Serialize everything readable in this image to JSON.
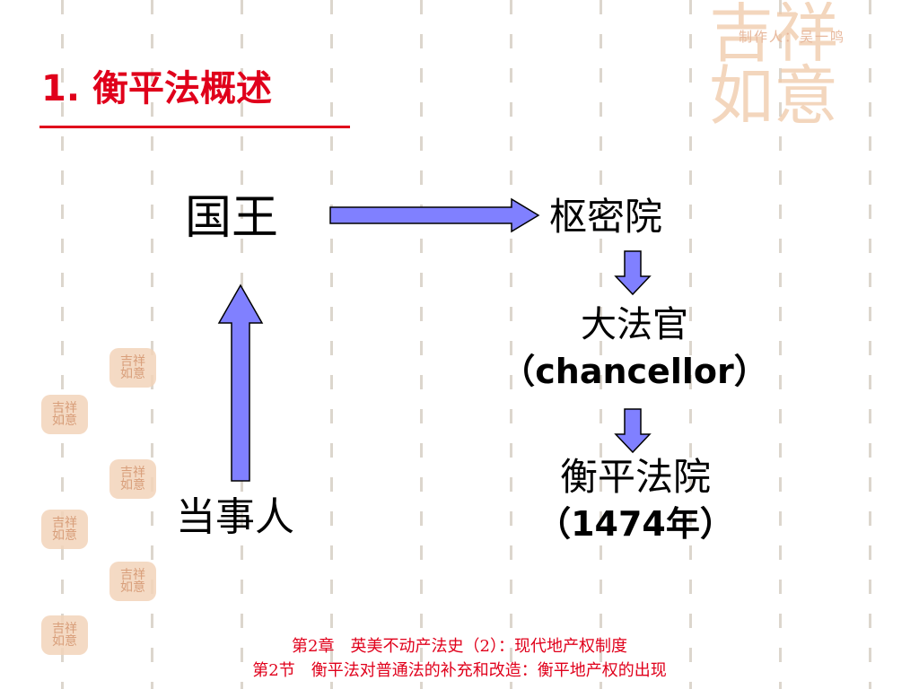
{
  "slide": {
    "maker_credit": "制作人：吴一鸣",
    "decor_seal_text": "吉祥如意",
    "title": "1. 衡平法概述",
    "nodes": {
      "king": "国王",
      "privy_council": "枢密院",
      "chancellor_cn": "大法官",
      "chancellor_en": "（chancellor）",
      "court_cn": "衡平法院",
      "court_year": "（1474年）",
      "party": "当事人"
    },
    "footer": {
      "line1": "第2章　英美不动产法史（2）：现代地产权制度",
      "line2": "第2节　衡平法对普通法的补充和改造：衡平地产权的出现"
    },
    "colors": {
      "accent": "#e0001b",
      "arrow_fill": "#8080ff",
      "arrow_stroke": "#000000"
    }
  }
}
